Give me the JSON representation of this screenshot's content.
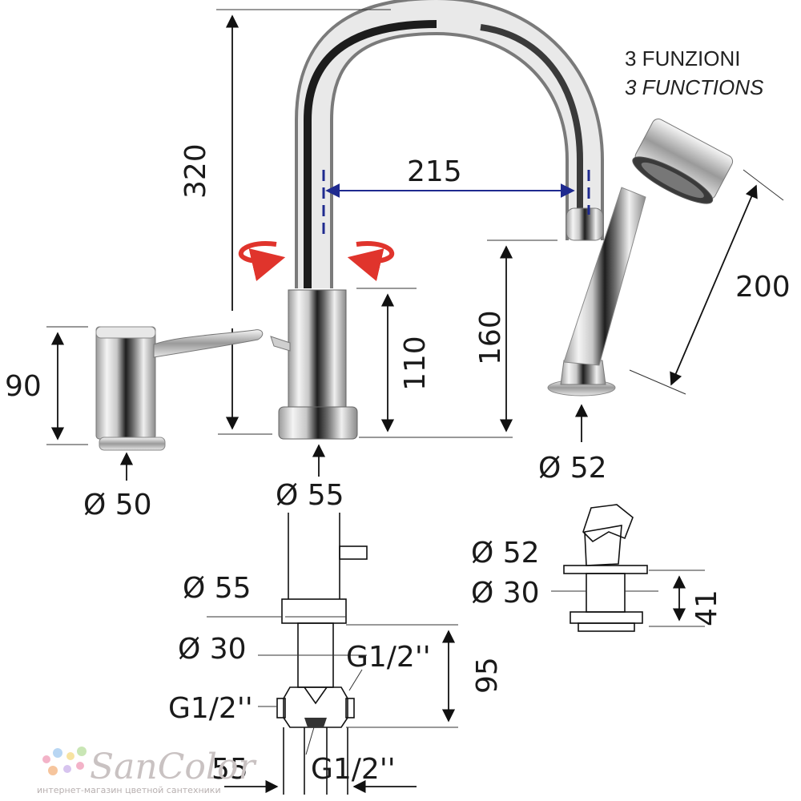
{
  "notes": {
    "functions_it": "3 FUNZIONI",
    "functions_en": "3 FUNCTIONS"
  },
  "dimensions": {
    "spout_height": "320",
    "spout_reach": "215",
    "handshower_length": "200",
    "mixer_height": "90",
    "body_height": "110",
    "spout_outlet_height": "160",
    "mixer_diameter": "Ø 50",
    "body_diameter": "Ø 55",
    "holder_diameter": "Ø 52",
    "section_body_diameter": "Ø 55",
    "section_shank_diameter": "Ø 30",
    "connection_right": "G1/2''",
    "connection_left": "G1/2''",
    "connection_bottom": "G1/2''",
    "shank_length": "95",
    "bottom_dim": "55",
    "holder_section_diameter": "Ø 52",
    "holder_shank_diameter": "Ø 30",
    "holder_section_height": "41"
  },
  "watermark": {
    "brand": "SanColor",
    "subtitle": "интернет-магазин цветной сантехники"
  },
  "colors": {
    "rotation_arrow": "#e0342c",
    "reach_arrow": "#1f2a8f",
    "chrome_dark": "#2b2b2b",
    "chrome_light": "#f2f2f2"
  }
}
